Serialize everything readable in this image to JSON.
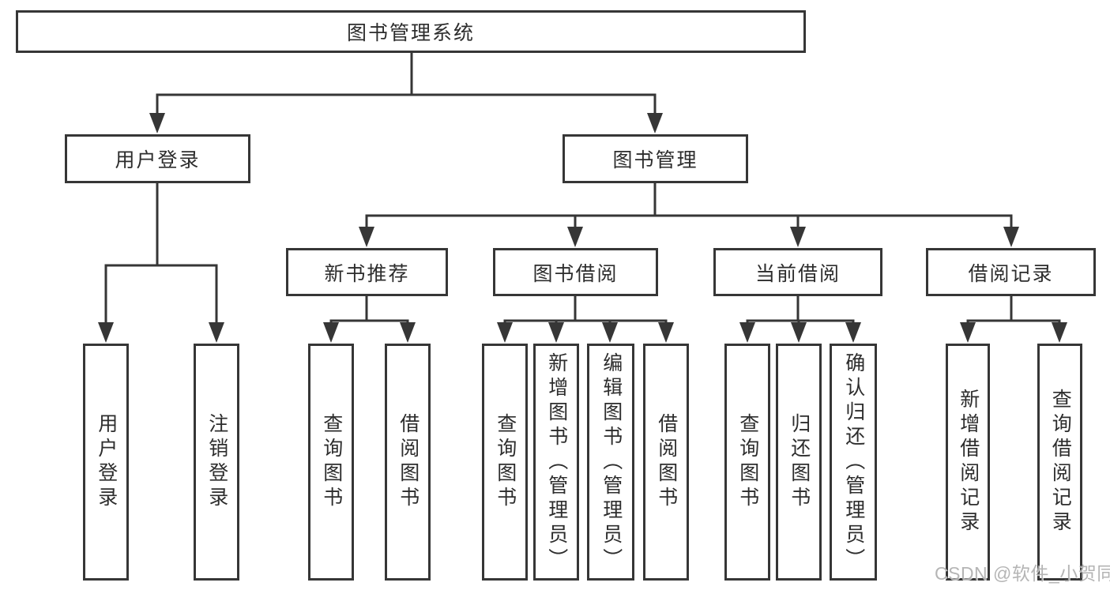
{
  "colors": {
    "line": "#363636",
    "box_border": "#363636",
    "text": "#2d2d2d",
    "background": "#ffffff",
    "watermark": "#ababab"
  },
  "tree": {
    "root": {
      "label": "图书管理系统"
    },
    "children": [
      {
        "label": "用户登录",
        "children": [
          {
            "label": "用户登录"
          },
          {
            "label": "注销登录"
          }
        ]
      },
      {
        "label": "图书管理",
        "children": [
          {
            "label": "新书推荐",
            "children": [
              {
                "label": "查询图书"
              },
              {
                "label": "借阅图书"
              }
            ]
          },
          {
            "label": "图书借阅",
            "children": [
              {
                "label": "查询图书"
              },
              {
                "label": "新增图书（管理员）"
              },
              {
                "label": "编辑图书（管理员）"
              },
              {
                "label": "借阅图书"
              }
            ]
          },
          {
            "label": "当前借阅",
            "children": [
              {
                "label": "查询图书"
              },
              {
                "label": "归还图书"
              },
              {
                "label": "确认归还（管理员）"
              }
            ]
          },
          {
            "label": "借阅记录",
            "children": [
              {
                "label": "新增借阅记录"
              },
              {
                "label": "查询借阅记录"
              }
            ]
          }
        ]
      }
    ]
  },
  "watermark": "CSDN @软件_小贺同学"
}
